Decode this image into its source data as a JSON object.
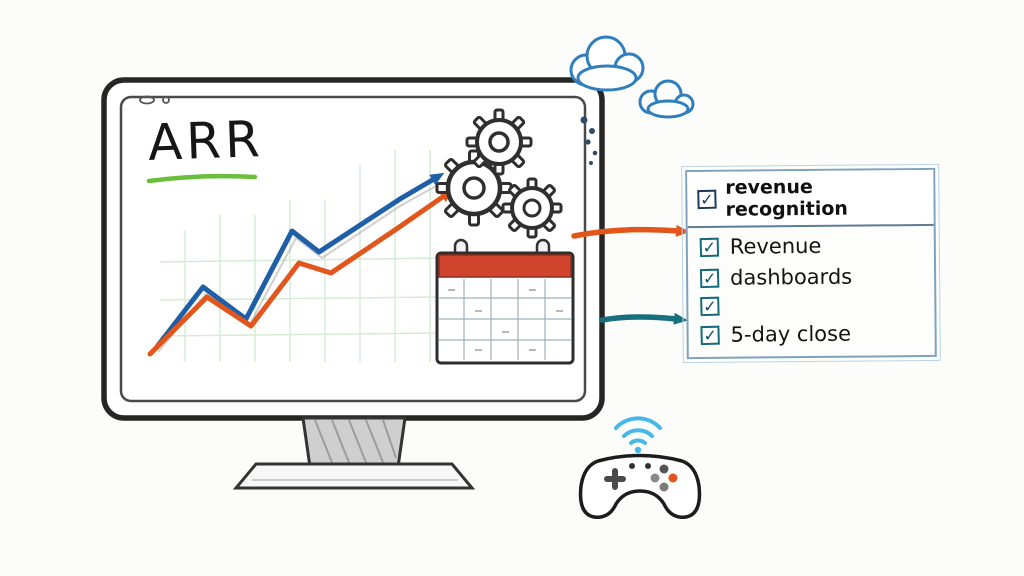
{
  "monitor": {
    "title": "ARR"
  },
  "chart_data": {
    "type": "line",
    "title": "ARR",
    "series": [
      {
        "name": "blue trend",
        "color": "#1f5fa8",
        "shape": "rising zigzag ending in arrowhead"
      },
      {
        "name": "orange trend",
        "color": "#e2561b",
        "shape": "rising zigzag ending in arrowhead"
      }
    ],
    "xlabel": "",
    "ylabel": "",
    "grid": "faint green sketch grid"
  },
  "checklist": {
    "header": {
      "label": "revenue recognition",
      "checked": true
    },
    "items": [
      {
        "label": "Revenue",
        "checked": true
      },
      {
        "label": "dashboards",
        "checked": true
      },
      {
        "label": "",
        "checked": true
      },
      {
        "label": "5-day close",
        "checked": true
      }
    ]
  },
  "icons": {
    "check": "✓"
  },
  "colors": {
    "green_underline": "#6abf3a",
    "blue_line": "#1f5fa8",
    "orange": "#e2561b",
    "teal_arrow": "#17707e",
    "cloud_blue": "#2f7fbf",
    "calendar_red": "#d0442e",
    "wifi_blue": "#45b8e8",
    "checkbox_navy": "#1d3a5f",
    "checkbox_teal": "#156b7a"
  }
}
